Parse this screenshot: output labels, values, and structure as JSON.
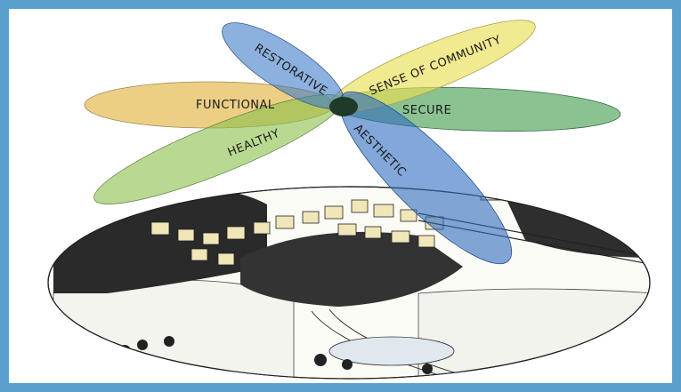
{
  "diagram": {
    "petals": [
      {
        "id": "functional",
        "label": "FUNCTIONAL",
        "color": "#e0b23a"
      },
      {
        "id": "restorative",
        "label": "RESTORATIVE",
        "color": "#3a78c6"
      },
      {
        "id": "sense_of_community",
        "label": "SENSE OF COMMUNITY",
        "color": "#e8df55"
      },
      {
        "id": "secure",
        "label": "SECURE",
        "color": "#3c9a4a"
      },
      {
        "id": "healthy",
        "label": "HEALTHY",
        "color": "#8ac04a"
      },
      {
        "id": "aesthetic",
        "label": "AESTHETIC",
        "color": "#2f6cc0"
      }
    ],
    "center_color": "#1e3a28",
    "frame_color": "#5aa0cf"
  }
}
